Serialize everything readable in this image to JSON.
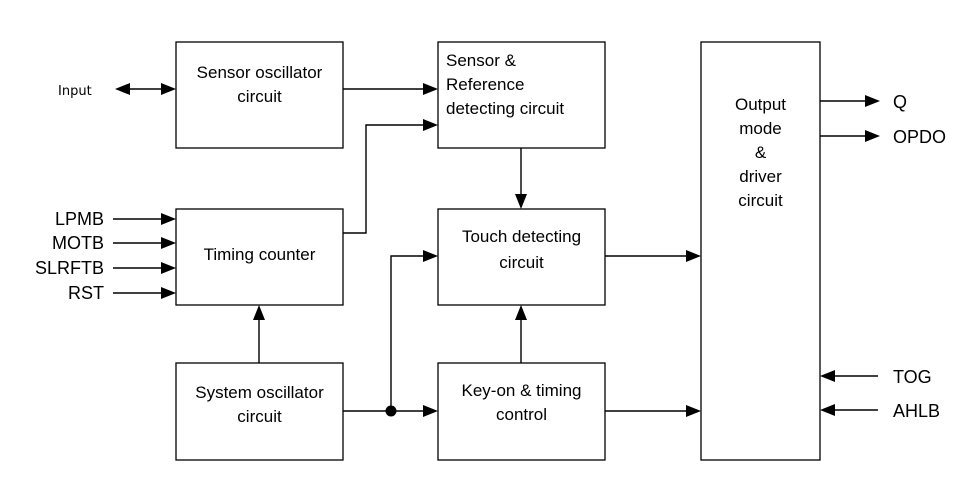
{
  "blocks": {
    "sensor_oscillator": [
      "Sensor oscillator",
      "circuit"
    ],
    "sensor_reference": [
      "Sensor &",
      "Reference",
      "detecting circuit"
    ],
    "output_mode": [
      "Output",
      "mode",
      "&",
      "driver",
      "circuit"
    ],
    "timing_counter": [
      "Timing counter"
    ],
    "touch_detecting": [
      "Touch detecting",
      "circuit"
    ],
    "system_oscillator": [
      "System oscillator",
      "circuit"
    ],
    "key_on_timing": [
      "Key-on & timing",
      "control"
    ]
  },
  "signals": {
    "input": "Input",
    "lpmb": "LPMB",
    "motb": "MOTB",
    "slrftb": "SLRFTB",
    "rst": "RST",
    "q": "Q",
    "opdo": "OPDO",
    "tog": "TOG",
    "ahlb": "AHLB"
  }
}
